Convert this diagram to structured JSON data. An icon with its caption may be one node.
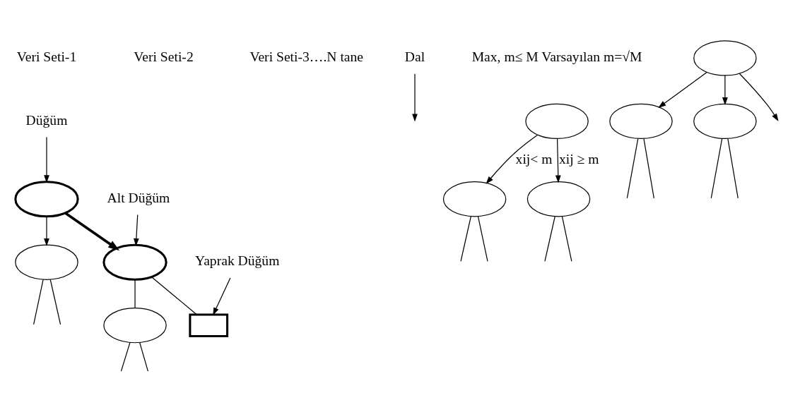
{
  "diagram": {
    "nodes": [
      {
        "text": [
          "Düğüm"
        ]
      },
      {
        "text": [],
        "shape": "ellipse"
      },
      {
        "text": [
          "Dal"
        ]
      },
      {
        "text": [
          "Alt Düğüm"
        ]
      },
      {
        "text": [],
        "shape": "ellipse"
      },
      {
        "text": [],
        "shape": "ellipse"
      },
      {
        "text": [
          "Yaprak Düğüm"
        ]
      },
      {
        "text": [],
        "shape": "box"
      },
      {
        "text": [],
        "shape": "ellipse"
      },
      {
        "text": [],
        "shape": "ellipse",
        "beside": [
          "Max, m≤ M Varsayılan m=√M"
        ]
      },
      {
        "text": [],
        "shape": "ellipse"
      },
      {
        "text": [],
        "shape": "ellipse"
      },
      {
        "text": [],
        "shape": "ellipse"
      },
      {
        "text": [],
        "shape": "ellipse"
      },
      {
        "text": [],
        "shape": "ellipse"
      }
    ],
    "edges": [
      {
        "from": 0,
        "to": 1,
        "arrow": "to"
      },
      {
        "from": 1,
        "to": 4,
        "arrow": "to",
        "style": "thick"
      },
      {
        "from": 1,
        "to": 5,
        "arrow": "to"
      },
      {
        "from": 2,
        "to": null,
        "arrow": "to"
      },
      {
        "from": 3,
        "to": 4,
        "arrow": "to"
      },
      {
        "from": 4,
        "to": 7,
        "arrow": "none"
      },
      {
        "from": 4,
        "to": 8,
        "arrow": "none"
      },
      {
        "from": 6,
        "to": 7,
        "arrow": "to"
      },
      {
        "from": 5,
        "to": null,
        "arrow": "none"
      },
      {
        "from": 5,
        "to": null,
        "arrow": "none"
      },
      {
        "from": 8,
        "to": null,
        "arrow": "none"
      },
      {
        "from": 8,
        "to": null,
        "arrow": "none"
      },
      {
        "from": 9,
        "to": 10,
        "arrow": "to",
        "label": "xij< m"
      },
      {
        "from": 9,
        "to": 11,
        "arrow": "to",
        "label": "xij ≥ m"
      },
      {
        "from": 10,
        "to": null,
        "arrow": "none"
      },
      {
        "from": 10,
        "to": null,
        "arrow": "none"
      },
      {
        "from": 11,
        "to": null,
        "arrow": "none"
      },
      {
        "from": 11,
        "to": null,
        "arrow": "none"
      },
      {
        "from": 12,
        "to": null,
        "arrow": "to"
      },
      {
        "from": 12,
        "to": 13,
        "arrow": "to"
      },
      {
        "from": 12,
        "to": 14,
        "arrow": "to"
      },
      {
        "from": 13,
        "to": null,
        "arrow": "none"
      },
      {
        "from": 13,
        "to": null,
        "arrow": "none"
      },
      {
        "from": 14,
        "to": null,
        "arrow": "none"
      },
      {
        "from": 14,
        "to": null,
        "arrow": "none"
      }
    ],
    "labels": [
      "Veri Seti-1",
      "Veri Seti-2",
      "Veri Seti-3….N tane"
    ]
  }
}
